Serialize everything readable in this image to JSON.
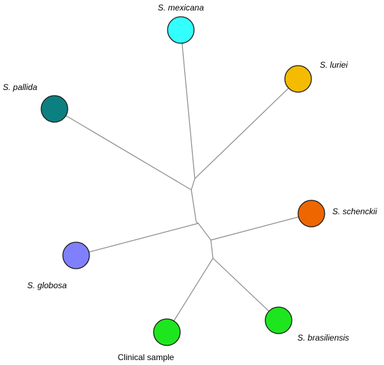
{
  "diagram": {
    "type": "unrooted-phylogenetic-tree",
    "taxa": [
      {
        "id": "s-mexicana",
        "label": "S. mexicana",
        "italic": true,
        "color": "#33ffff"
      },
      {
        "id": "s-luriei",
        "label": "S. luriei",
        "italic": true,
        "color": "#f5bb00"
      },
      {
        "id": "s-pallida",
        "label": "S. pallida",
        "italic": true,
        "color": "#0c8080"
      },
      {
        "id": "s-schenckii",
        "label": "S. schenckii",
        "italic": true,
        "color": "#ee6600"
      },
      {
        "id": "s-globosa",
        "label": "S. globosa",
        "italic": true,
        "color": "#8080ff"
      },
      {
        "id": "s-brasiliensis",
        "label": "S. brasiliensis",
        "italic": true,
        "color": "#1ee61e"
      },
      {
        "id": "clinical-sample",
        "label": "Clinical sample",
        "italic": false,
        "color": "#1ee61e"
      }
    ],
    "edges": [
      [
        "s-mexicana",
        "n1"
      ],
      [
        "s-luriei",
        "n1"
      ],
      [
        "s-pallida",
        "n2"
      ],
      [
        "n1",
        "n2"
      ],
      [
        "n2",
        "n3"
      ],
      [
        "n3",
        "n4"
      ],
      [
        "s-globosa",
        "n4"
      ],
      [
        "n4",
        "n5"
      ],
      [
        "s-schenckii",
        "n5"
      ],
      [
        "n5",
        "n6"
      ],
      [
        "n6",
        "s-brasiliensis"
      ],
      [
        "n6",
        "clinical-sample"
      ]
    ]
  }
}
